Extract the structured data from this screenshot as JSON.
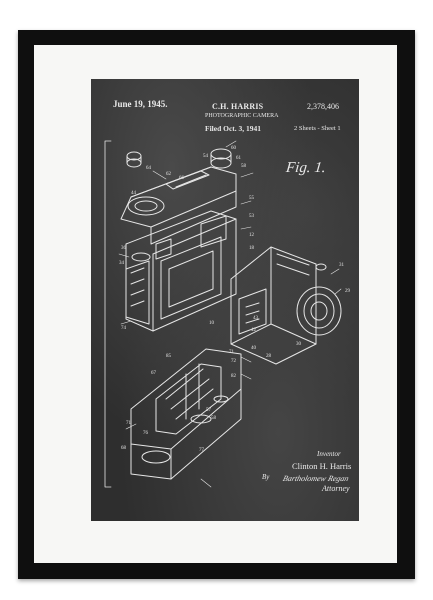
{
  "patent": {
    "date": "June 19, 1945.",
    "inventor_header": "C.H. HARRIS",
    "subject": "PHOTOGRAPHIC CAMERA",
    "filed": "Filed Oct. 3, 1941",
    "patent_number": "2,378,406",
    "sheets": "2 Sheets - Sheet 1",
    "figure_label": "Fig. 1.",
    "inventor_label": "Inventor",
    "inventor_name": "Clinton H. Harris",
    "by_label": "By",
    "signature": "Bartholomew Regan",
    "attorney_label": "Attorney"
  },
  "colors": {
    "frame": "#0f0f0f",
    "mat": "#f7f7f5",
    "chalkboard": "#2e2e2e",
    "chalk": "#e9e9e9"
  }
}
